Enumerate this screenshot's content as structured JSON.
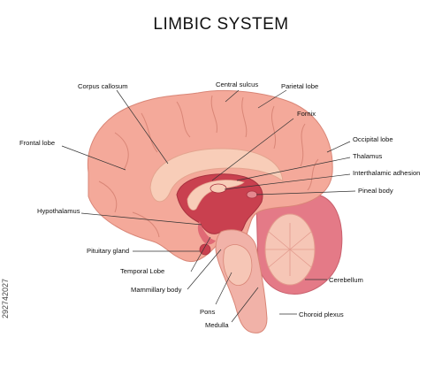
{
  "title": "LIMBIC SYSTEM",
  "labels": {
    "corpus_callosum": "Corpus callosum",
    "central_sulcus": "Central sulcus",
    "parietal_lobe": "Parietal lobe",
    "fornix": "Fornix",
    "frontal_lobe": "Frontal lobe",
    "occipital_lobe": "Occipital lobe",
    "thalamus": "Thalamus",
    "interthalamic_adhesion": "Interthalamic adhesion",
    "pineal_body": "Pineal body",
    "hypothalamus": "Hypothalamus",
    "pituitary_gland": "Pituitary gland",
    "temporal_lobe": "Temporal Lobe",
    "cerebellum": "Cerebellum",
    "mammillary_body": "Mammillary body",
    "pons": "Pons",
    "medulla": "Medulla",
    "choroid_plexus": "Choroid plexus"
  },
  "watermark": "292742027",
  "colors": {
    "cortex": "#f4a99a",
    "cortex_dark": "#d98677",
    "white_matter": "#f8cdb8",
    "deep_red": "#c9404f",
    "cerebellum": "#e47a87",
    "brainstem": "#f1b2a8",
    "line": "#333333"
  }
}
